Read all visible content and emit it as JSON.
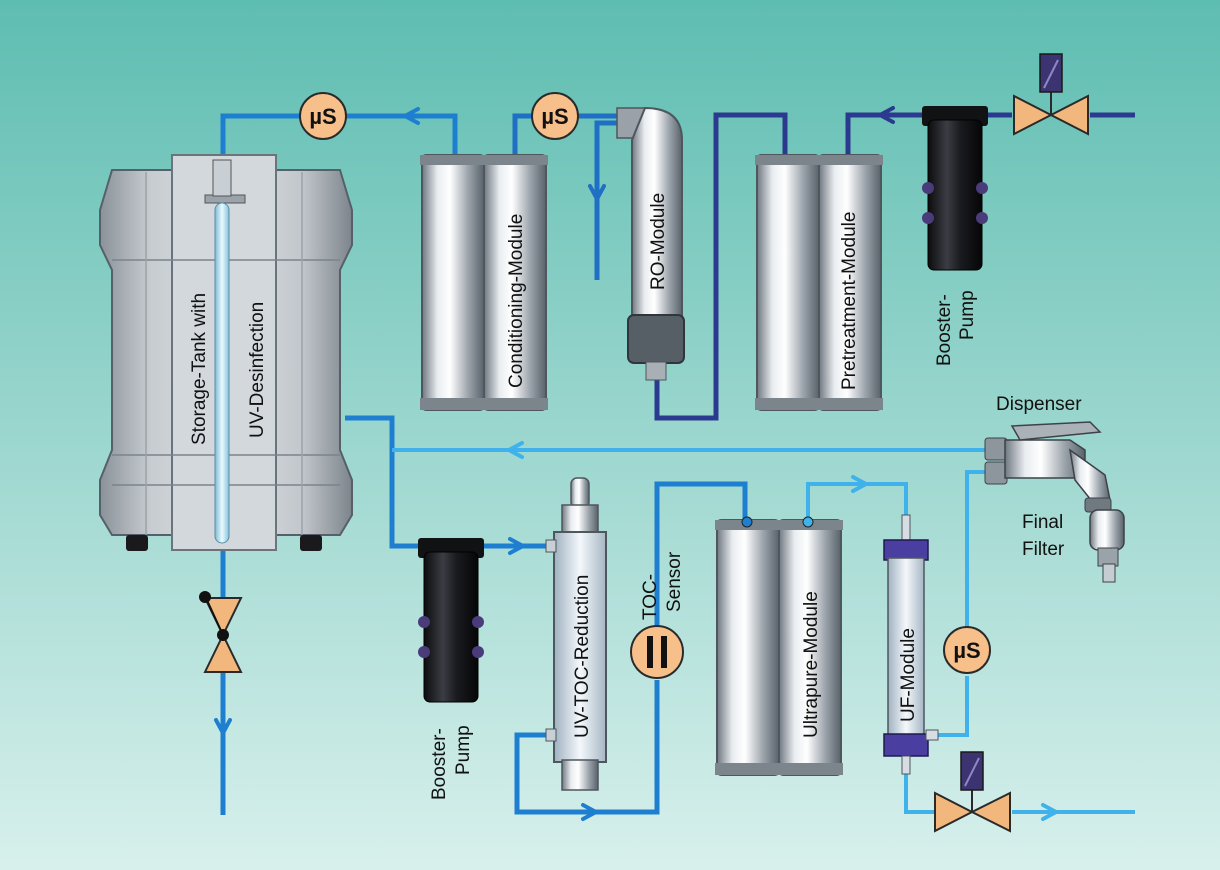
{
  "labels": {
    "storage_tank_line1": "Storage-Tank with",
    "storage_tank_line2": "UV-Desinfection",
    "conditioning": "Conditioning-Module",
    "ro": "RO-Module",
    "pretreatment": "Pretreatment-Module",
    "booster_top_line1": "Booster-",
    "booster_top_line2": "Pump",
    "booster_bottom_line1": "Booster-",
    "booster_bottom_line2": "Pump",
    "uv_toc": "UV-TOC-Reduction",
    "toc_sensor_line1": "TOC-",
    "toc_sensor_line2": "Sensor",
    "ultrapure": "Ultrapure-Module",
    "uf": "UF-Module",
    "dispenser": "Dispenser",
    "final_filter_line1": "Final",
    "final_filter_line2": "Filter"
  },
  "sensors": {
    "us1": "µS",
    "us2": "µS",
    "us3": "µS"
  },
  "colors": {
    "pipe_dark": "#2b3a8f",
    "pipe_mid": "#1e7fd0",
    "pipe_light": "#3fb2ec",
    "sensor_fill": "#f7c08a",
    "valve_fill": "#f2b77c",
    "background_top": "#5fbfb2",
    "background_bottom": "#d4eeea"
  }
}
